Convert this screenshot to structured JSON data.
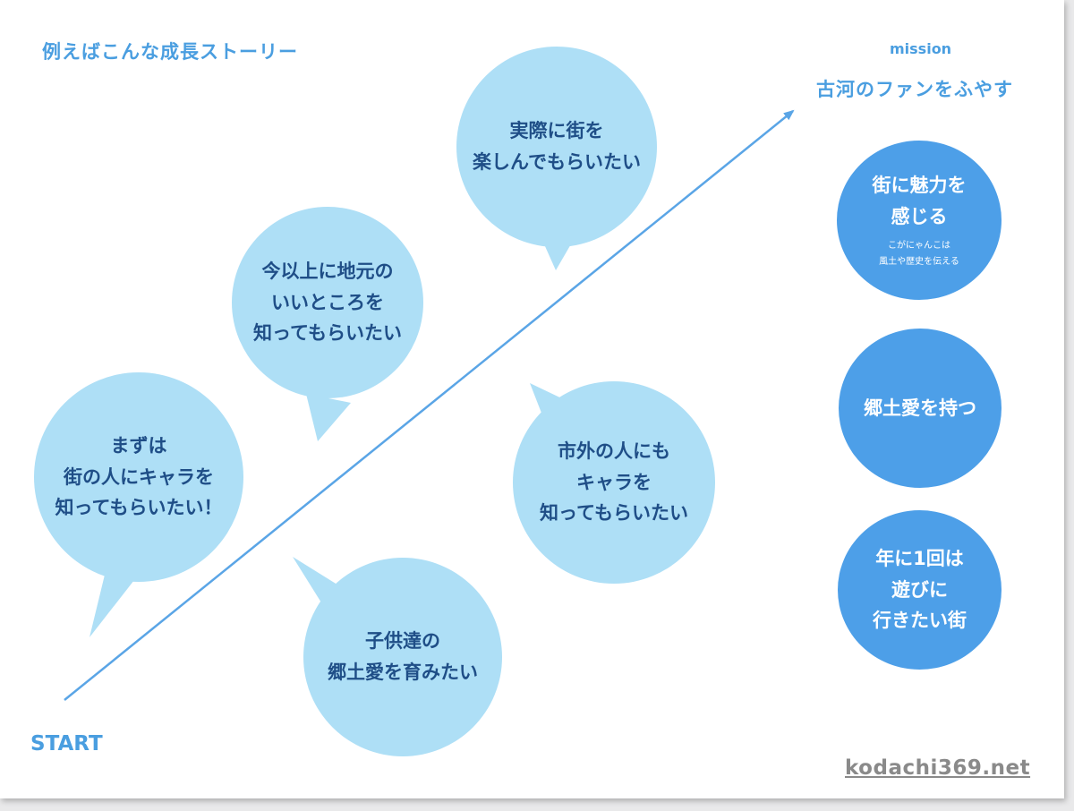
{
  "heading": "例えばこんな成長ストーリー",
  "mission": {
    "label": "mission",
    "text": "古河のファンをふやす"
  },
  "start_label": "START",
  "credit": "kodachi369.net",
  "bubbles": [
    {
      "lines": [
        "まずは",
        "街の人にキャラを",
        "知ってもらいたい！"
      ]
    },
    {
      "lines": [
        "今以上に地元の",
        "いいところを",
        "知ってもらいたい"
      ]
    },
    {
      "lines": [
        "実際に街を",
        "楽しんでもらいたい"
      ]
    },
    {
      "lines": [
        "市外の人にも",
        "キャラを",
        "知ってもらいたい"
      ]
    },
    {
      "lines": [
        "子供達の",
        "郷土愛を育みたい"
      ]
    }
  ],
  "goals": [
    {
      "lines": [
        "街に魅力を",
        "感じる"
      ],
      "sub": [
        "こがにゃんこは",
        "風土や歴史を伝える"
      ]
    },
    {
      "lines": [
        "郷土愛を持つ"
      ]
    },
    {
      "lines": [
        "年に1回は",
        "遊びに",
        "行きたい街"
      ]
    }
  ],
  "colors": {
    "accent": "#4a9ee0",
    "bubble_fill": "#aedff6",
    "bubble_text": "#1f4e87",
    "goal_fill": "#4d9fe8",
    "arrow": "#5aa5e6"
  },
  "icons": {
    "growth_arrow": "diagonal-arrow"
  }
}
